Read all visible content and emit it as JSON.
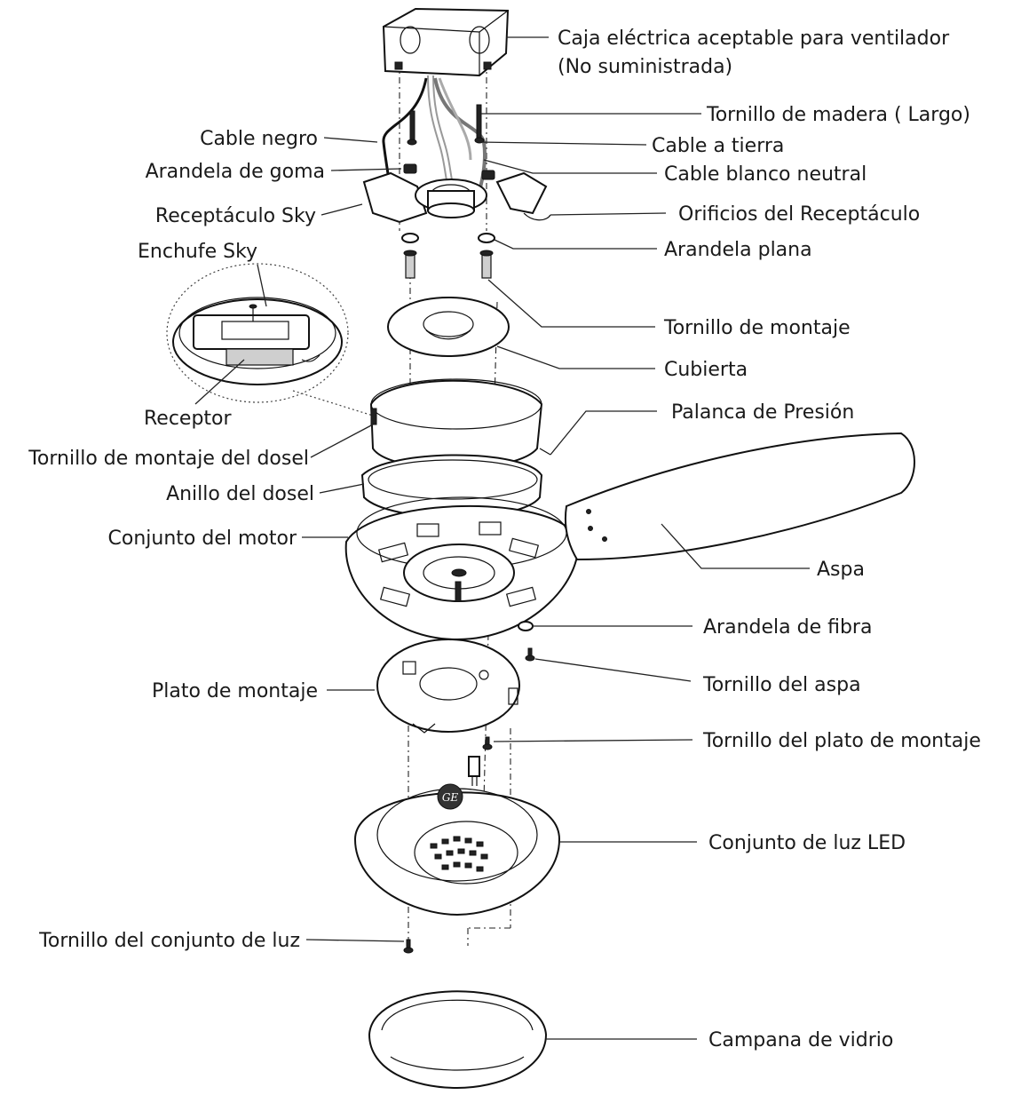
{
  "labels": {
    "caja": "Caja eléctrica aceptable para ventilador",
    "caja_sub": "(No suministrada)",
    "tornillo_madera": "Tornillo de madera ( Largo)",
    "cable_negro": "Cable negro",
    "cable_tierra": "Cable a tierra",
    "arandela_goma": "Arandela de goma",
    "cable_blanco": "Cable blanco neutral",
    "receptaculo_sky": "Receptáculo Sky",
    "orificios": "Orificios del Receptáculo",
    "enchufe_sky": "Enchufe Sky",
    "arandela_plana": "Arandela plana",
    "tornillo_montaje": "Tornillo de montaje",
    "cubierta": "Cubierta",
    "receptor": "Receptor",
    "palanca": "Palanca de Presión",
    "tornillo_dosel": "Tornillo de montaje del dosel",
    "anillo_dosel": "Anillo del dosel",
    "conjunto_motor": "Conjunto del motor",
    "aspa": "Aspa",
    "arandela_fibra": "Arandela de fibra",
    "tornillo_aspa": "Tornillo del aspa",
    "plato_montaje": "Plato de montaje",
    "tornillo_plato": "Tornillo del plato de montaje",
    "conjunto_led": "Conjunto de luz LED",
    "tornillo_luz": "Tornillo del conjunto de luz",
    "campana": "Campana de vidrio"
  },
  "logo_text": "GE"
}
